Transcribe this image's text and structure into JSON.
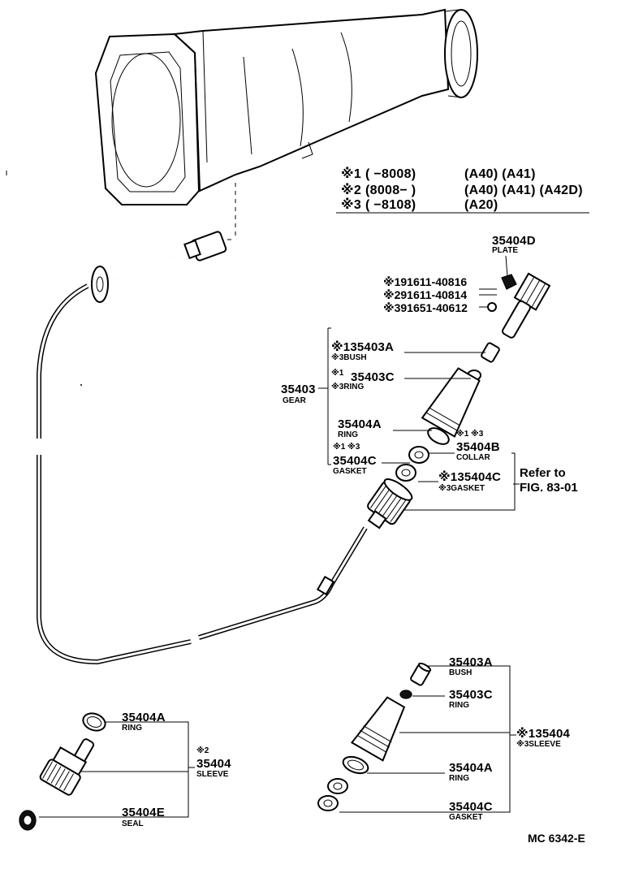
{
  "applicability": [
    {
      "mark": "※1",
      "range": "(        −8008)",
      "models": "(A40)  (A41)"
    },
    {
      "mark": "※2",
      "range": "(8008−        )",
      "models": "(A40)  (A41)  (A42D)"
    },
    {
      "mark": "※3",
      "range": "(        −8108)",
      "models": "(A20)"
    }
  ],
  "upper_group": {
    "plate": {
      "number": "35404D",
      "name": "PLATE"
    },
    "bolts": [
      "※191611-40816",
      "※291611-40814",
      "※391651-40612"
    ],
    "gear": {
      "number": "35403",
      "name": "GEAR"
    },
    "bush": {
      "number": "※135403A",
      "name": "※3BUSH"
    },
    "ring_c": {
      "mark": "※1",
      "number": "35403C",
      "name": "※3RING"
    },
    "ring_a": {
      "number": "35404A",
      "name": "RING"
    },
    "gasket_c": {
      "mark": "※1 ※3",
      "number": "35404C",
      "name": "GASKET"
    },
    "collar": {
      "mark": "※1 ※3",
      "number": "35404B",
      "name": "COLLAR"
    },
    "gasket_ref": {
      "number": "※135404C",
      "name": "※3GASKET"
    },
    "refer": {
      "line1": "Refer to",
      "line2": "FIG. 83-01"
    }
  },
  "lower_left": {
    "ring": {
      "number": "35404A",
      "name": "RING"
    },
    "sleeve": {
      "mark": "※2",
      "number": "35404",
      "name": "SLEEVE"
    },
    "seal": {
      "number": "35404E",
      "name": "SEAL"
    }
  },
  "lower_right": {
    "bush": {
      "number": "35403A",
      "name": "BUSH"
    },
    "ring_c": {
      "number": "35403C",
      "name": "RING"
    },
    "sleeve": {
      "number": "※135404",
      "name": "※3SLEEVE"
    },
    "ring_a": {
      "number": "35404A",
      "name": "RING"
    },
    "gasket": {
      "number": "35404C",
      "name": "GASKET"
    }
  },
  "figure_code": "MC 6342-E"
}
